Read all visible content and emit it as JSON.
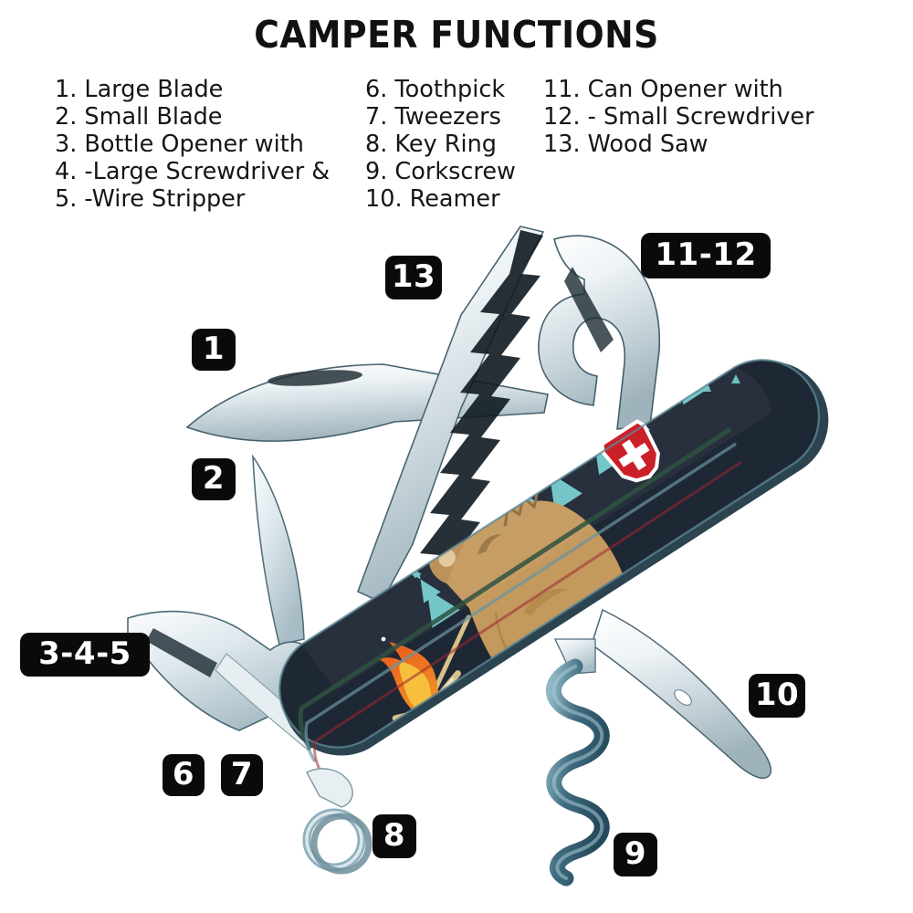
{
  "header": {
    "title": "CAMPER FUNCTIONS"
  },
  "legend": {
    "columns": [
      {
        "items": [
          "1. Large Blade",
          "2. Small Blade",
          "3. Bottle Opener with",
          "4. -Large Screwdriver &",
          "5. -Wire Stripper"
        ]
      },
      {
        "items": [
          "6. Toothpick",
          "7. Tweezers",
          "8. Key Ring",
          "9. Corkscrew",
          "10. Reamer"
        ]
      },
      {
        "items": [
          "11. Can Opener with",
          "12. - Small Screwdriver",
          "13. Wood Saw"
        ]
      }
    ]
  },
  "callouts": [
    {
      "label": "1",
      "name": "callout-1-large-blade"
    },
    {
      "label": "2",
      "name": "callout-2-small-blade"
    },
    {
      "label": "3-4-5",
      "name": "callout-3-4-5-bottle-opener"
    },
    {
      "label": "6",
      "name": "callout-6-toothpick"
    },
    {
      "label": "7",
      "name": "callout-7-tweezers"
    },
    {
      "label": "8",
      "name": "callout-8-key-ring"
    },
    {
      "label": "9",
      "name": "callout-9-corkscrew"
    },
    {
      "label": "10",
      "name": "callout-10-reamer"
    },
    {
      "label": "11-12",
      "name": "callout-11-12-can-opener"
    },
    {
      "label": "13",
      "name": "callout-13-wood-saw"
    }
  ],
  "product": {
    "brand_emblem": "victorinox-shield",
    "scale_artwork": "bear-roasting-marshmallow-by-campfire-in-pine-forest",
    "colors": {
      "background": "#ffffff",
      "badge_bg": "#0a0a0a",
      "badge_text": "#ffffff",
      "scale_dark": "#202838",
      "scale_navy": "#1b2433",
      "pine_teal": "#6fc4c6",
      "bear_tan": "#c49a5e",
      "fire_orange": "#f07d26",
      "fire_yellow": "#f6b63a",
      "shield_red": "#cc2029",
      "steel_light": "#f2f5f7",
      "steel_mid": "#c8d4da",
      "steel_dark": "#6b8490",
      "corkscrew_blue": "#4e7f92"
    }
  }
}
